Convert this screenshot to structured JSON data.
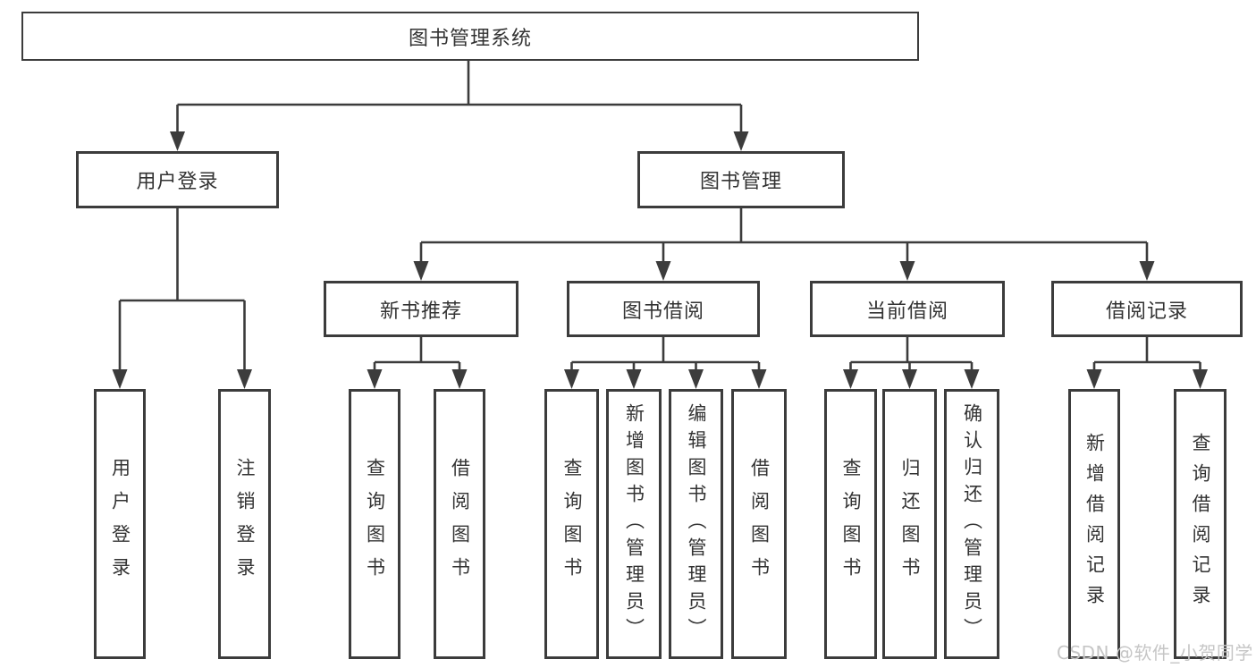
{
  "tree": {
    "root": {
      "label": "图书管理系统"
    },
    "branches": [
      {
        "label": "用户登录",
        "children": [
          {
            "label": "用户登录"
          },
          {
            "label": "注销登录"
          }
        ]
      },
      {
        "label": "图书管理",
        "children": [
          {
            "label": "新书推荐",
            "children": [
              {
                "label": "查询图书"
              },
              {
                "label": "借阅图书"
              }
            ]
          },
          {
            "label": "图书借阅",
            "children": [
              {
                "label": "查询图书"
              },
              {
                "label": "新增图书（管理员）"
              },
              {
                "label": "编辑图书（管理员）"
              },
              {
                "label": "借阅图书"
              }
            ]
          },
          {
            "label": "当前借阅",
            "children": [
              {
                "label": "查询图书"
              },
              {
                "label": "归还图书"
              },
              {
                "label": "确认归还（管理员）"
              }
            ]
          },
          {
            "label": "借阅记录",
            "children": [
              {
                "label": "新增借阅记录"
              },
              {
                "label": "查询借阅记录"
              }
            ]
          }
        ]
      }
    ]
  },
  "watermark": {
    "text": "CSDN @软件_小贺同学"
  },
  "colors": {
    "line": "#3c3c3c",
    "text": "#333333",
    "watermark": "#c6c6c6",
    "background": "#ffffff"
  }
}
